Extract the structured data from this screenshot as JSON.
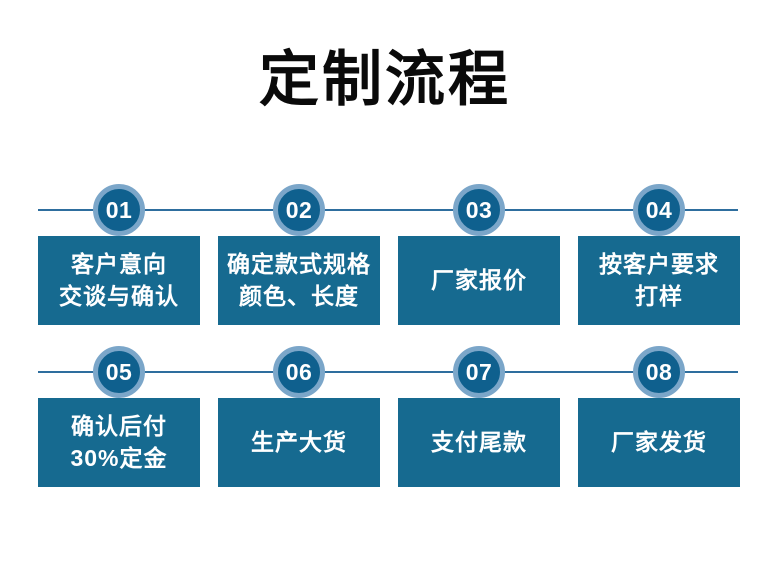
{
  "title": "定制流程",
  "colors": {
    "box": "#166a90",
    "circle_fill": "#0f608e",
    "circle_ring": "#7ba6c9",
    "line": "#2e6e9e",
    "step_text": "#ffffff",
    "title_color": "#0a0a0a",
    "bg": "#ffffff"
  },
  "steps": [
    {
      "number": "01",
      "line1": "客户意向",
      "line2": "交谈与确认"
    },
    {
      "number": "02",
      "line1": "确定款式规格",
      "line2": "颜色、长度"
    },
    {
      "number": "03",
      "line1": "厂家报价"
    },
    {
      "number": "04",
      "line1": "按客户要求",
      "line2": "打样"
    },
    {
      "number": "05",
      "line1": "确认后付",
      "line2": "30%定金"
    },
    {
      "number": "06",
      "line1": "生产大货"
    },
    {
      "number": "07",
      "line1": "支付尾款"
    },
    {
      "number": "08",
      "line1": "厂家发货"
    }
  ]
}
